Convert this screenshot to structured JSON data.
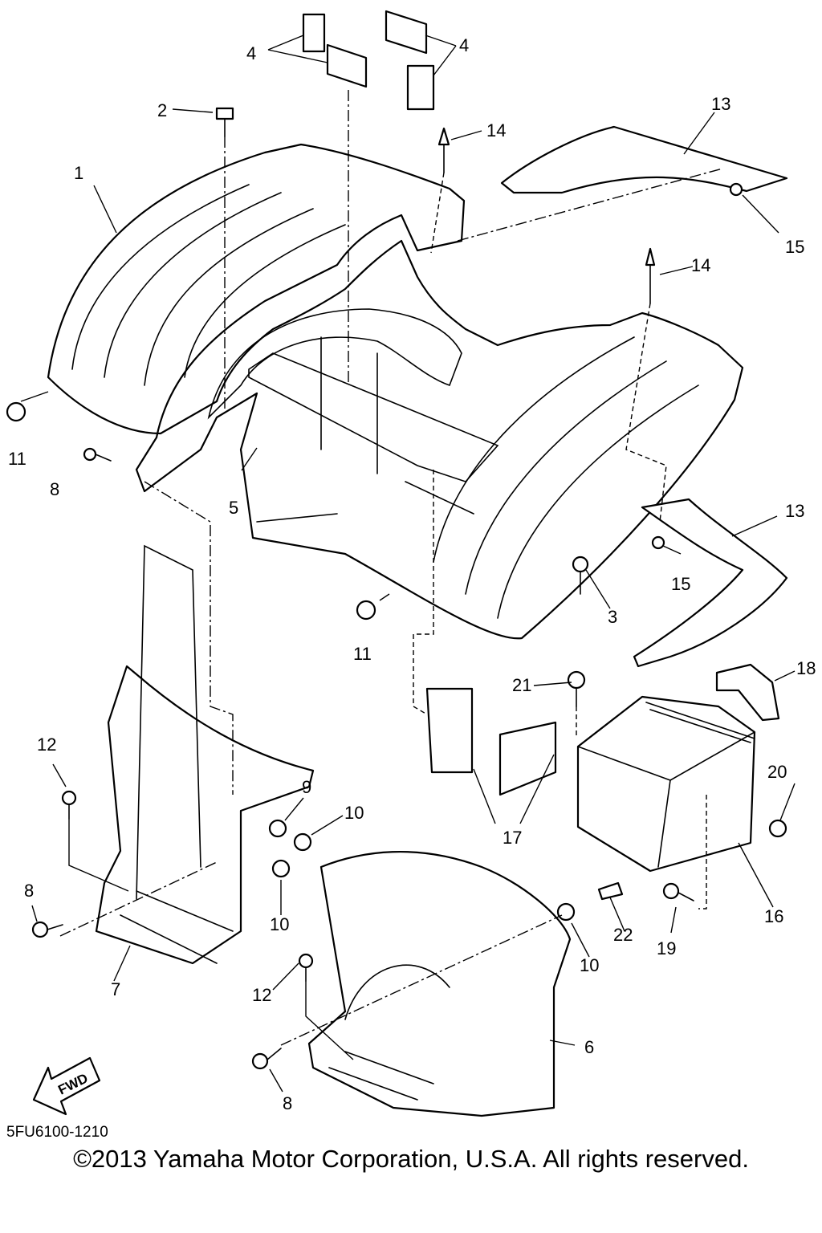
{
  "diagram": {
    "code": "5FU6100-1210",
    "copyright": "©2013 Yamaha Motor Corporation, U.S.A. All rights reserved.",
    "direction_label": "FWD",
    "callouts": {
      "p1": "1",
      "p2": "2",
      "p3": "3",
      "p4a": "4",
      "p4b": "4",
      "p5": "5",
      "p6": "6",
      "p7": "7",
      "p8a": "8",
      "p8b": "8",
      "p8c": "8",
      "p9": "9",
      "p10a": "10",
      "p10b": "10",
      "p10c": "10",
      "p11a": "11",
      "p11b": "11",
      "p12a": "12",
      "p12b": "12",
      "p13a": "13",
      "p13b": "13",
      "p14a": "14",
      "p14b": "14",
      "p15a": "15",
      "p15b": "15",
      "p16": "16",
      "p17": "17",
      "p18": "18",
      "p19": "19",
      "p20": "20",
      "p21": "21",
      "p22": "22"
    }
  }
}
